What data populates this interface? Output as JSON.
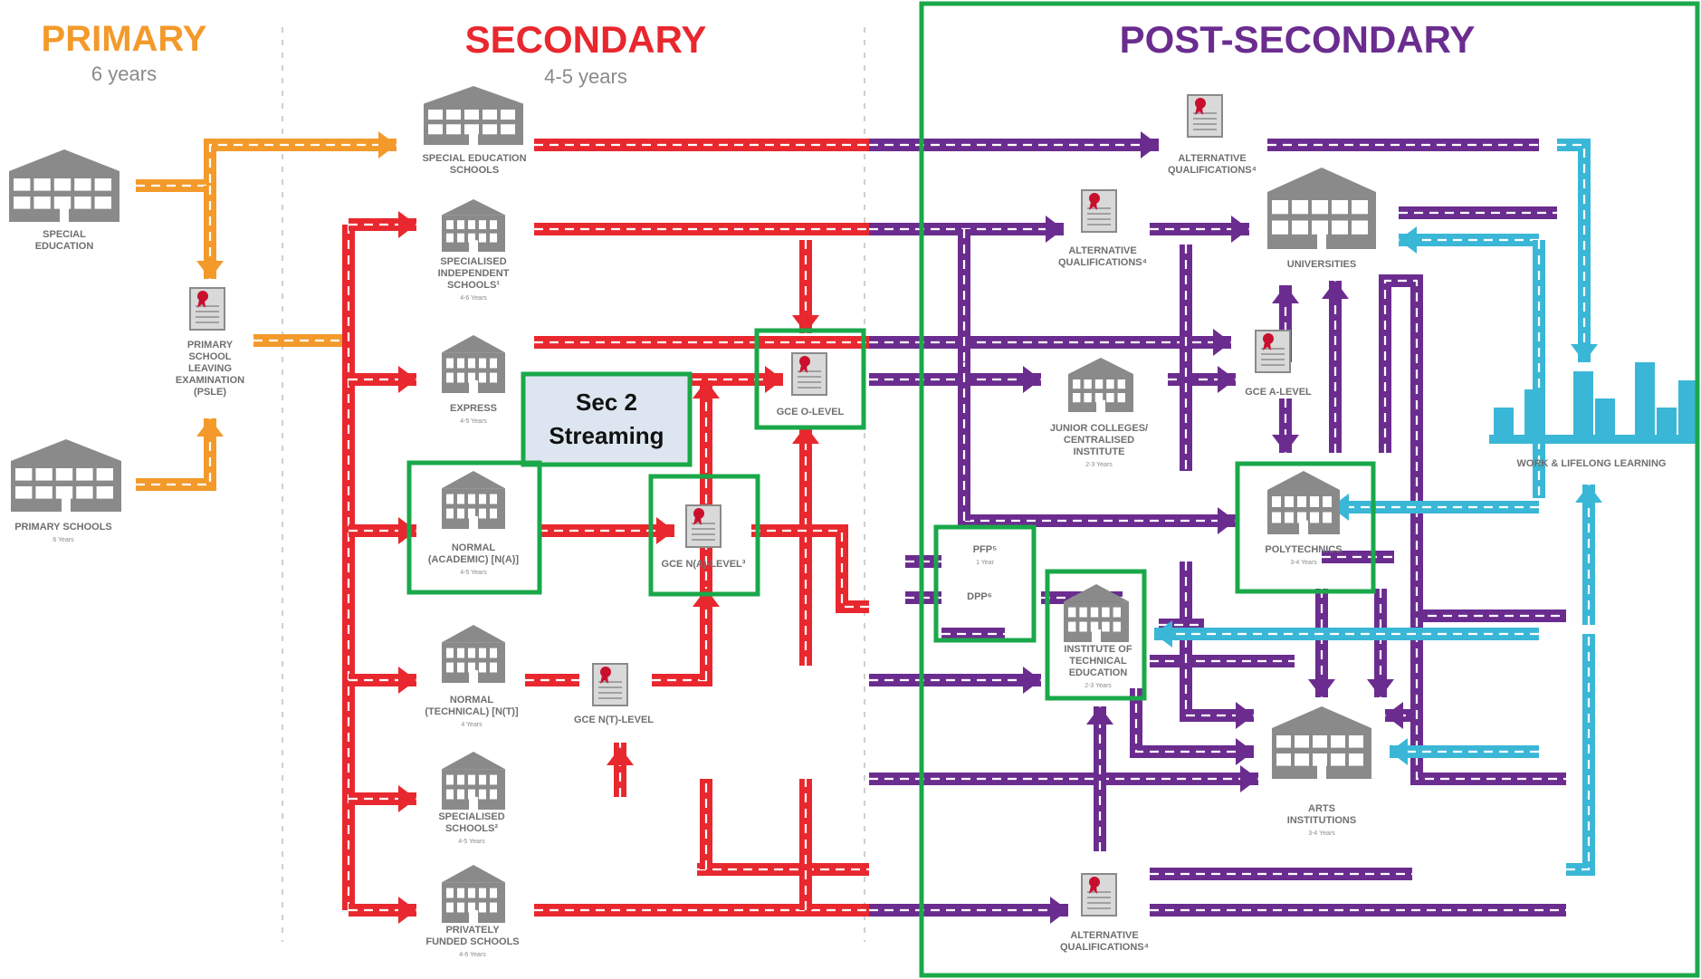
{
  "columns": {
    "primary": {
      "title": "PRIMARY",
      "years": "6 years",
      "color": "#f39a2b"
    },
    "secondary": {
      "title": "SECONDARY",
      "years": "4-5 years",
      "color": "#e8282e"
    },
    "post_secondary": {
      "title": "POST-SECONDARY",
      "color": "#6b2c8f"
    }
  },
  "colors": {
    "orange": "#f39a2b",
    "red": "#e8282e",
    "purple": "#6b2c8f",
    "teal": "#3ab7d6",
    "highlight": "#1aa84a",
    "callout_bg": "#dde6f0",
    "icon": "#8a8a8a"
  },
  "nodes": {
    "special_education": {
      "lines": [
        "SPECIAL",
        "EDUCATION"
      ],
      "sub": ""
    },
    "primary_schools": {
      "lines": [
        "PRIMARY SCHOOLS"
      ],
      "sub": "6 Years"
    },
    "psle": {
      "lines": [
        "PRIMARY",
        "SCHOOL",
        "LEAVING",
        "EXAMINATION",
        "(PSLE)"
      ],
      "sub": ""
    },
    "special_education_schools": {
      "lines": [
        "SPECIAL EDUCATION",
        "SCHOOLS"
      ],
      "sub": ""
    },
    "specialised_independent": {
      "lines": [
        "SPECIALISED",
        "INDEPENDENT",
        "SCHOOLS¹"
      ],
      "sub": "4-6 Years"
    },
    "express": {
      "lines": [
        "EXPRESS"
      ],
      "sub": "4-5 Years"
    },
    "normal_academic": {
      "lines": [
        "NORMAL",
        "(ACADEMIC) [N(A)]"
      ],
      "sub": "4-5 Years"
    },
    "normal_technical": {
      "lines": [
        "NORMAL",
        "(TECHNICAL) [N(T)]"
      ],
      "sub": "4 Years"
    },
    "specialised_schools": {
      "lines": [
        "SPECIALISED",
        "SCHOOLS²"
      ],
      "sub": "4-5 Years"
    },
    "privately_funded": {
      "lines": [
        "PRIVATELY",
        "FUNDED SCHOOLS"
      ],
      "sub": "4-6 Years"
    },
    "gce_o": {
      "lines": [
        "GCE O-LEVEL"
      ],
      "sub": ""
    },
    "gce_na": {
      "lines": [
        "GCE N(A)-LEVEL³"
      ],
      "sub": ""
    },
    "gce_nt": {
      "lines": [
        "GCE N(T)-LEVEL"
      ],
      "sub": ""
    },
    "alt_qual_top": {
      "lines": [
        "ALTERNATIVE",
        "QUALIFICATIONS⁴"
      ],
      "sub": ""
    },
    "alt_qual_mid": {
      "lines": [
        "ALTERNATIVE",
        "QUALIFICATIONS⁴"
      ],
      "sub": ""
    },
    "alt_qual_bottom": {
      "lines": [
        "ALTERNATIVE",
        "QUALIFICATIONS⁴"
      ],
      "sub": ""
    },
    "universities": {
      "lines": [
        "UNIVERSITIES"
      ],
      "sub": ""
    },
    "gce_a": {
      "lines": [
        "GCE A-LEVEL"
      ],
      "sub": ""
    },
    "junior_colleges": {
      "lines": [
        "JUNIOR COLLEGES/",
        "CENTRALISED",
        "INSTITUTE"
      ],
      "sub": "2-3 Years"
    },
    "polytechnics": {
      "lines": [
        "POLYTECHNICS"
      ],
      "sub": "3-4 Years"
    },
    "ite": {
      "lines": [
        "INSTITUTE OF",
        "TECHNICAL",
        "EDUCATION"
      ],
      "sub": "2-3 Years"
    },
    "arts_institutions": {
      "lines": [
        "ARTS",
        "INSTITUTIONS"
      ],
      "sub": "3-4 Years"
    },
    "work": {
      "lines": [
        "WORK & LIFELONG LEARNING"
      ],
      "sub": ""
    },
    "pfp": {
      "lines": [
        "PFP⁵"
      ],
      "sub": "1 Year"
    },
    "dpp": {
      "lines": [
        "DPP⁶"
      ],
      "sub": ""
    }
  },
  "callout": {
    "line1": "Sec 2",
    "line2": "Streaming"
  }
}
